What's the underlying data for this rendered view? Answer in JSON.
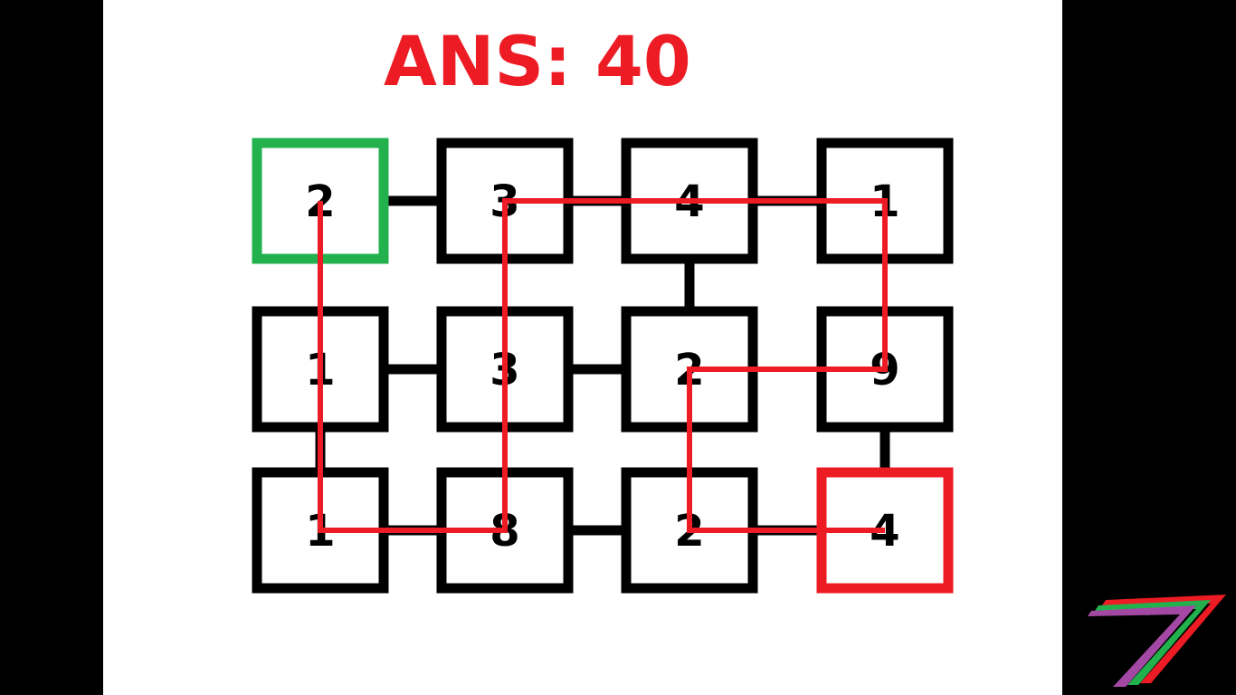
{
  "answer": {
    "text": "ANS: 40"
  },
  "grid": {
    "rows": 3,
    "cols": 4,
    "cells": [
      [
        {
          "value": "2",
          "role": "start"
        },
        {
          "value": "3",
          "role": ""
        },
        {
          "value": "4",
          "role": ""
        },
        {
          "value": "1",
          "role": ""
        }
      ],
      [
        {
          "value": "1",
          "role": ""
        },
        {
          "value": "3",
          "role": ""
        },
        {
          "value": "2",
          "role": ""
        },
        {
          "value": "9",
          "role": ""
        }
      ],
      [
        {
          "value": "1",
          "role": ""
        },
        {
          "value": "8",
          "role": ""
        },
        {
          "value": "2",
          "role": ""
        },
        {
          "value": "4",
          "role": "end"
        }
      ]
    ],
    "connections": [
      [
        [
          0,
          0
        ],
        [
          0,
          1
        ]
      ],
      [
        [
          0,
          1
        ],
        [
          0,
          2
        ]
      ],
      [
        [
          0,
          2
        ],
        [
          0,
          3
        ]
      ],
      [
        [
          0,
          2
        ],
        [
          1,
          2
        ]
      ],
      [
        [
          1,
          0
        ],
        [
          1,
          1
        ]
      ],
      [
        [
          1,
          1
        ],
        [
          1,
          2
        ]
      ],
      [
        [
          1,
          0
        ],
        [
          2,
          0
        ]
      ],
      [
        [
          1,
          3
        ],
        [
          2,
          3
        ]
      ],
      [
        [
          2,
          0
        ],
        [
          2,
          1
        ]
      ],
      [
        [
          2,
          1
        ],
        [
          2,
          2
        ]
      ],
      [
        [
          2,
          2
        ],
        [
          2,
          3
        ]
      ]
    ],
    "path": [
      [
        0,
        0
      ],
      [
        1,
        0
      ],
      [
        2,
        0
      ],
      [
        2,
        1
      ],
      [
        1,
        1
      ],
      [
        0,
        1
      ],
      [
        0,
        2
      ],
      [
        0,
        3
      ],
      [
        1,
        3
      ],
      [
        1,
        2
      ],
      [
        2,
        2
      ],
      [
        2,
        3
      ]
    ]
  },
  "colors": {
    "background": "#000000",
    "slide": "#ffffff",
    "answer": "#ed1c24",
    "start_border": "#22b14c",
    "end_border": "#ed1c24",
    "path": "#ed1c24",
    "logo": [
      "#ed1c24",
      "#22b14c",
      "#a349a4"
    ]
  },
  "logo": {
    "icon": "seven-logo-icon"
  }
}
